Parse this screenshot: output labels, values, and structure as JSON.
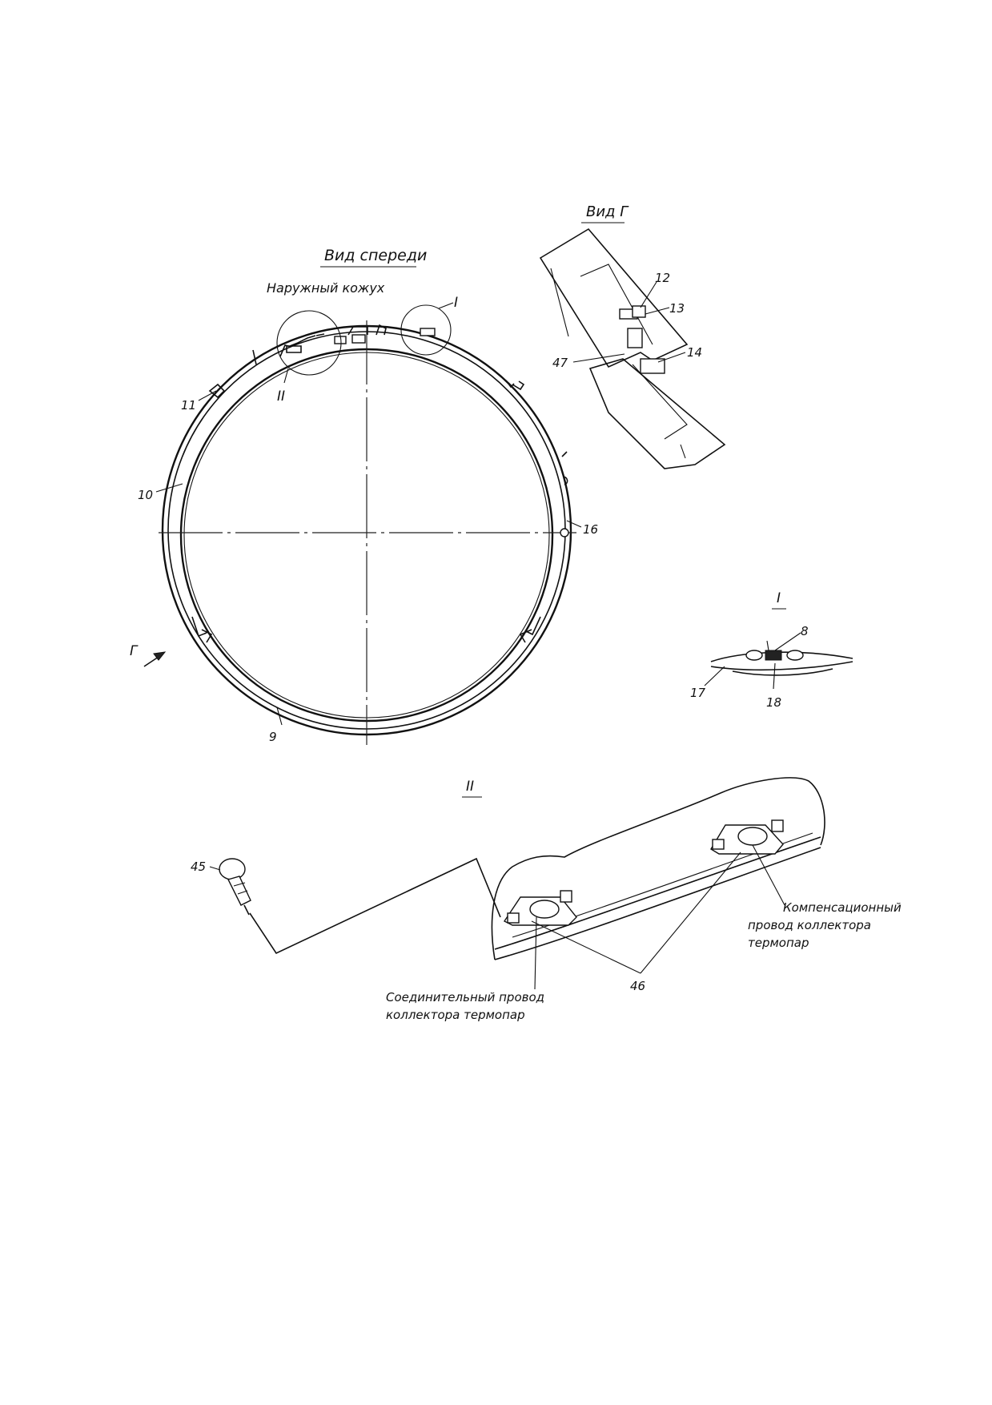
{
  "views": {
    "front_title": "Вид спереди",
    "outer_casing": "Наружный кожух",
    "view_g_title": "Вид Г",
    "view_arrow": "Г",
    "detail_1_mark": "I",
    "detail_2_mark": "II"
  },
  "callouts": {
    "n8": "8",
    "n9": "9",
    "n10": "10",
    "n11": "11",
    "n12": "12",
    "n13": "13",
    "n14": "14",
    "n16": "16",
    "n17": "17",
    "n18": "18",
    "n45": "45",
    "n46": "46",
    "n47": "47"
  },
  "notes": {
    "connecting_wire_l1": "Соединительный провод",
    "connecting_wire_l2": "коллектора термопар",
    "compensation_wire_l1": "Компенсационный",
    "compensation_wire_l2": "провод коллектора",
    "compensation_wire_l3": "термопар"
  }
}
